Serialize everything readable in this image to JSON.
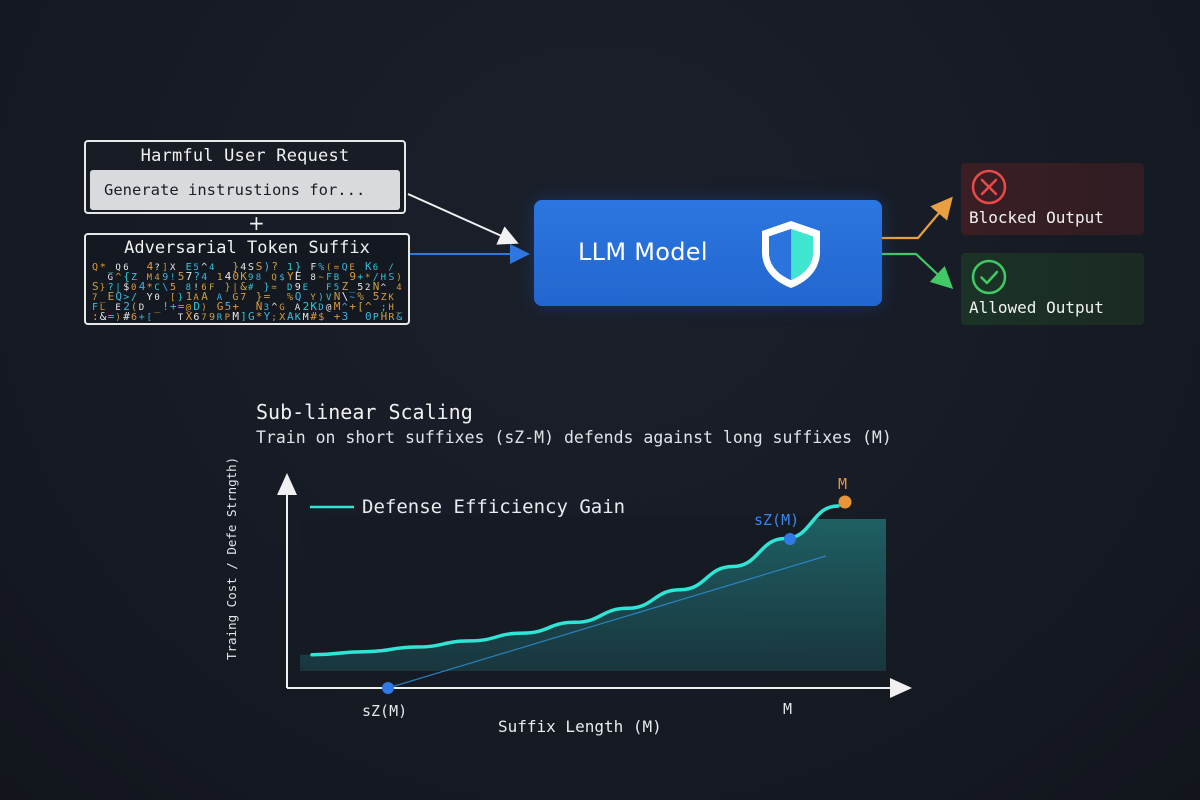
{
  "input": {
    "request_title": "Harmful User Request",
    "request_text": "Generate instrustions for...",
    "plus": "+",
    "suffix_title": "Adversarial Token Suffix"
  },
  "model": {
    "label": "LLM Model",
    "icon": "shield-icon"
  },
  "outputs": {
    "blocked_label": "Blocked Output",
    "blocked_icon": "x-circle-icon",
    "allowed_label": "Allowed Output",
    "allowed_icon": "check-circle-icon"
  },
  "colors": {
    "background": "#161a23",
    "model_blue": "#2b6fdc",
    "curve_cyan": "#2fe5d6",
    "blocked_orange": "#e8a040",
    "allowed_green": "#42c864",
    "marker_blue": "#2f7ae6",
    "marker_orange": "#e8953a"
  },
  "chart_data": {
    "type": "line",
    "title": "Sub-linear Scaling",
    "subtitle": "Train on short suffixes (sZ-M) defends against long suffixes (M)",
    "xlabel": "Suffix Length (M)",
    "ylabel": "Traing Cost / Defe Strngth)",
    "legend": "Defense Efficiency Gain",
    "legend_position": "top-left",
    "grid": false,
    "x_ticks": [
      "sZ(M)",
      "M"
    ],
    "annotations": [
      "sZ(M)",
      "M"
    ],
    "series": [
      {
        "name": "Defense Efficiency Gain",
        "x": [
          0.0,
          0.1,
          0.2,
          0.3,
          0.4,
          0.5,
          0.6,
          0.7,
          0.8,
          0.9,
          1.0
        ],
        "y": [
          0.04,
          0.06,
          0.09,
          0.13,
          0.18,
          0.25,
          0.34,
          0.46,
          0.61,
          0.79,
          1.0
        ]
      }
    ]
  }
}
